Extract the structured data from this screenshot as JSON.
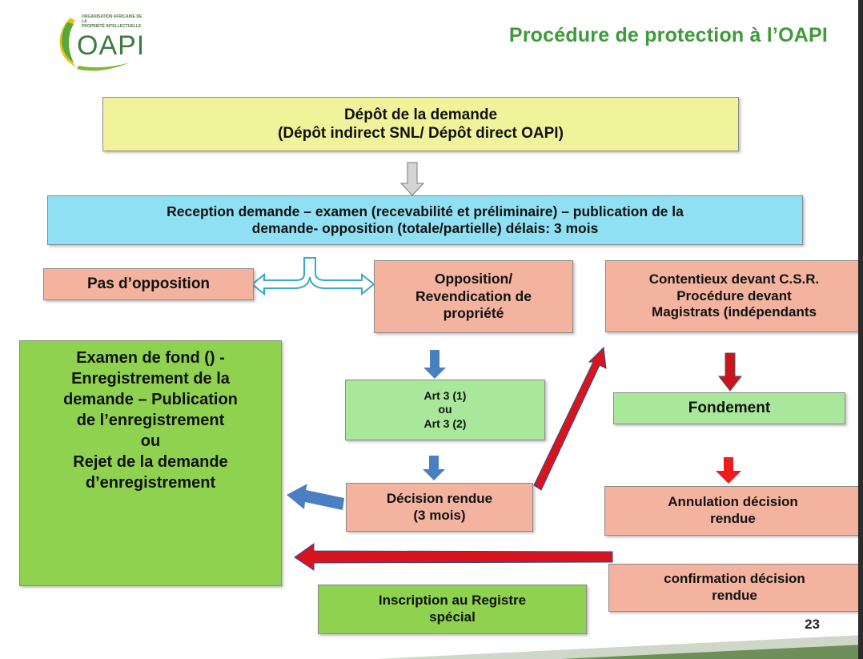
{
  "header": {
    "title": "Procédure de protection à l’OAPI",
    "logo_text": "OAPI",
    "logo_subtext": "ORGANISATION AFRICAINE DE LA\nPROPRIÉTÉ INTELLECTUELLE"
  },
  "nodes": {
    "depot": "Dépôt de la demande\n(Dépôt indirect SNL/ Dépôt direct OAPI)",
    "reception": "Reception demande – examen (recevabilité et préliminaire) – publication de la\ndemande- opposition (totale/partielle) délais: 3 mois",
    "pas_opposition": "Pas d’opposition",
    "opposition": "Opposition/\nRevendication de\npropriété",
    "contentieux": "Contentieux devant C.S.R.\nProcédure devant\nMagistrats (indépendants",
    "examen": "Examen de fond  () -\nEnregistrement de la\ndemande – Publication\nde l’enregistrement\nou\nRejet de la demande\nd’enregistrement",
    "art3": "Art 3 (1)\nou\nArt 3 (2)",
    "fondement": "Fondement",
    "decision": "Décision rendue\n(3 mois)",
    "annulation": "Annulation décision\nrendue",
    "confirmation": "confirmation décision\nrendue",
    "inscription": "Inscription au Registre\nspécial"
  },
  "colors": {
    "title": "#3f9a3a",
    "yellow_box": "#f1f39a",
    "cyan_box": "#8fe0f2",
    "salmon_box": "#f3b39f",
    "light_green_box": "#a9e89a",
    "green_box": "#8fd24f",
    "blue_arrow": "#4a7fc1",
    "red_arrow": "#d8141e",
    "gray_arrow": "#d4d4d4"
  },
  "page_number": "23"
}
